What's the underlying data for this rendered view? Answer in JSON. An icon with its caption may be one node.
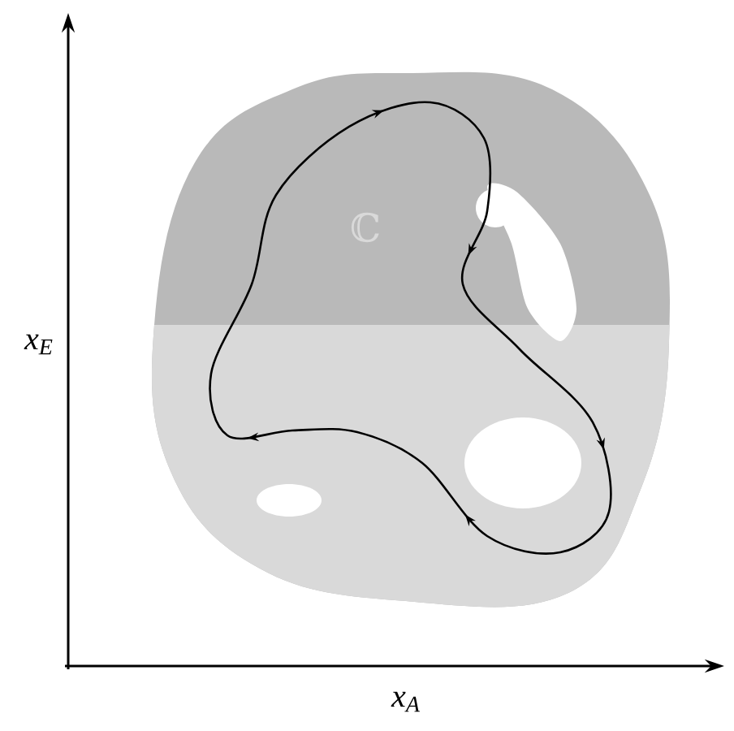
{
  "diagram": {
    "labels": [
      "x$_{E}$",
      "ℂ",
      "x$_{A}$"
    ]
  }
}
